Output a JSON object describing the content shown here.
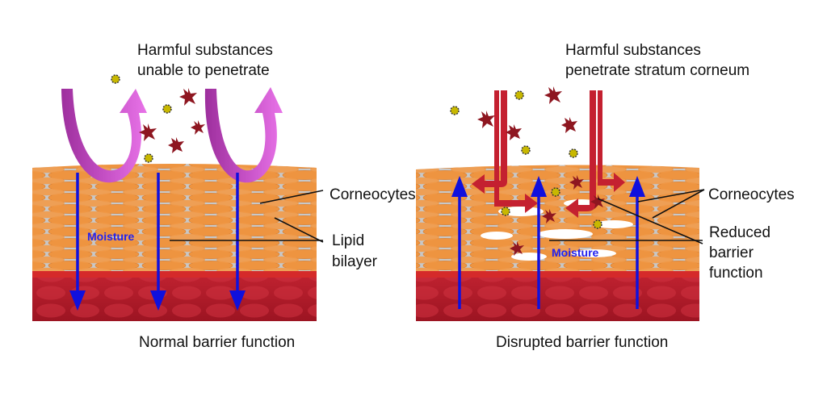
{
  "left_panel": {
    "title_line1": "Harmful substances",
    "title_line2": "unable to penetrate",
    "corneocytes_label": "Corneocytes",
    "lipid_label_line1": "Lipid",
    "lipid_label_line2": "bilayer",
    "moisture_label": "Moisture",
    "caption": "Normal barrier function"
  },
  "right_panel": {
    "title_line1": "Harmful substances",
    "title_line2": "penetrate stratum corneum",
    "corneocytes_label": "Corneocytes",
    "reduced_label_line1": "Reduced",
    "reduced_label_line2": "barrier",
    "reduced_label_line3": "function",
    "moisture_label": "Moisture",
    "caption": "Disrupted barrier function"
  },
  "colors": {
    "corneocyte": "#ee9440",
    "lipid": "#c8c8c8",
    "dermis": "#b81e2e",
    "moisture_arrow": "#1010dd",
    "deflect_arrow": "#c040c0",
    "penetrate_arrow": "#c42030"
  }
}
